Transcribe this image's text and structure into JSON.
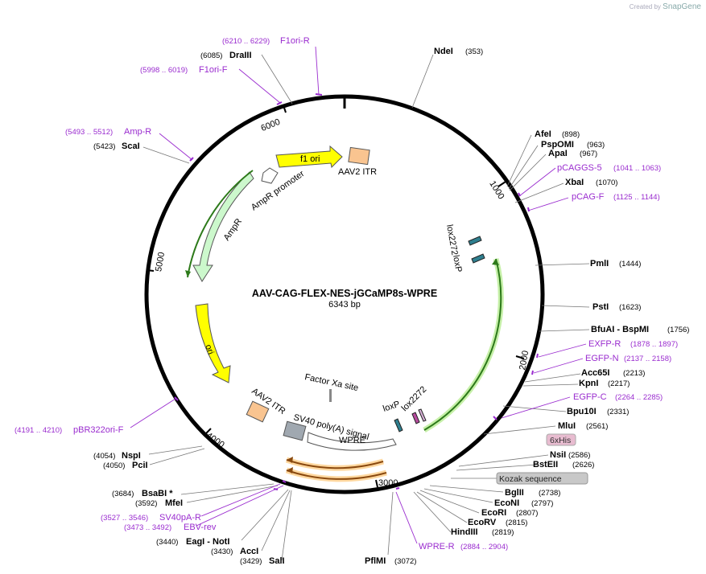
{
  "credit": {
    "prefix": "Created by",
    "brand": "SnapGene"
  },
  "plasmid": {
    "name": "AAV-CAG-FLEX-NES-jGCaMP8s-WPRE",
    "length": "6343 bp"
  },
  "ticks": [
    {
      "label": "1000"
    },
    {
      "label": "2000"
    },
    {
      "label": "3000"
    },
    {
      "label": "4000"
    },
    {
      "label": "5000"
    },
    {
      "label": "6000"
    }
  ],
  "enzymes_right": [
    {
      "name": "NdeI",
      "pos": "(353)"
    },
    {
      "name": "AfeI",
      "pos": "(898)"
    },
    {
      "name": "PspOMI",
      "pos": "(963)"
    },
    {
      "name": "ApaI",
      "pos": "(967)"
    },
    {
      "name": "XbaI",
      "pos": "(1070)"
    },
    {
      "name": "PmlI",
      "pos": "(1444)"
    },
    {
      "name": "PstI",
      "pos": "(1623)"
    },
    {
      "name": "BfuAI - BspMI",
      "pos": "(1756)"
    },
    {
      "name": "Acc65I",
      "pos": "(2213)"
    },
    {
      "name": "KpnI",
      "pos": "(2217)"
    },
    {
      "name": "Bpu10I",
      "pos": "(2331)"
    },
    {
      "name": "MluI",
      "pos": "(2561)"
    },
    {
      "name": "NsiI",
      "pos": "(2586)"
    },
    {
      "name": "BstEII",
      "pos": "(2626)"
    },
    {
      "name": "BglII",
      "pos": "(2738)"
    },
    {
      "name": "EcoNI",
      "pos": "(2797)"
    },
    {
      "name": "EcoRI",
      "pos": "(2807)"
    },
    {
      "name": "EcoRV",
      "pos": "(2815)"
    },
    {
      "name": "HindIII",
      "pos": "(2819)"
    },
    {
      "name": "PflMI",
      "pos": "(3072)"
    }
  ],
  "enzymes_left": [
    {
      "name": "DraIII",
      "pos": "(6085)"
    },
    {
      "name": "ScaI",
      "pos": "(5423)"
    },
    {
      "name": "NspI",
      "pos": "(4054)"
    },
    {
      "name": "PciI",
      "pos": "(4050)"
    },
    {
      "name": "BsaBI *",
      "pos": "(3684)"
    },
    {
      "name": "MfeI",
      "pos": "(3592)"
    },
    {
      "name": "EagI - NotI",
      "pos": "(3440)"
    },
    {
      "name": "AccI",
      "pos": "(3430)"
    },
    {
      "name": "SalI",
      "pos": "(3429)"
    }
  ],
  "primers": [
    {
      "name": "F1ori-R",
      "pos": "(6210 .. 6229)"
    },
    {
      "name": "F1ori-F",
      "pos": "(5998 .. 6019)"
    },
    {
      "name": "Amp-R",
      "pos": "(5493 .. 5512)"
    },
    {
      "name": "pCAGGS-5",
      "pos": "(1041 .. 1063)"
    },
    {
      "name": "pCAG-F",
      "pos": "(1125 .. 1144)"
    },
    {
      "name": "EXFP-R",
      "pos": "(1878 .. 1897)"
    },
    {
      "name": "EGFP-N",
      "pos": "(2137 .. 2158)"
    },
    {
      "name": "EGFP-C",
      "pos": "(2264 .. 2285)"
    },
    {
      "name": "pBR322ori-F",
      "pos": "(4191 .. 4210)"
    },
    {
      "name": "SV40pA-R",
      "pos": "(3527 .. 3546)"
    },
    {
      "name": "EBV-rev",
      "pos": "(3473 .. 3492)"
    },
    {
      "name": "WPRE-R",
      "pos": "(2884 .. 2904)"
    }
  ],
  "boxed": [
    {
      "name": "6xHis"
    },
    {
      "name": "Kozak sequence"
    }
  ],
  "features": [
    {
      "name": "f1 ori"
    },
    {
      "name": "AAV2 ITR"
    },
    {
      "name": "AmpR promoter"
    },
    {
      "name": "AmpR"
    },
    {
      "name": "ori"
    },
    {
      "name": "AAV2 ITR"
    },
    {
      "name": "SV40 poly(A) signal"
    },
    {
      "name": "WPRE"
    },
    {
      "name": "Factor Xa site"
    },
    {
      "name": "loxP"
    },
    {
      "name": "lox2272"
    },
    {
      "name": "lox2272"
    },
    {
      "name": "loxP"
    }
  ],
  "colors": {
    "primer": "#9a2ccf",
    "ori": "#ffff00",
    "itr": "#f9c490",
    "ampr": "#ccf8cc",
    "gene_stroke": "#2d7a1a",
    "wpre_fill": "#ffffff",
    "polya": "#a0a8b0",
    "lox": "#2e7f8f",
    "orange_arrow": "#8a4a10"
  }
}
